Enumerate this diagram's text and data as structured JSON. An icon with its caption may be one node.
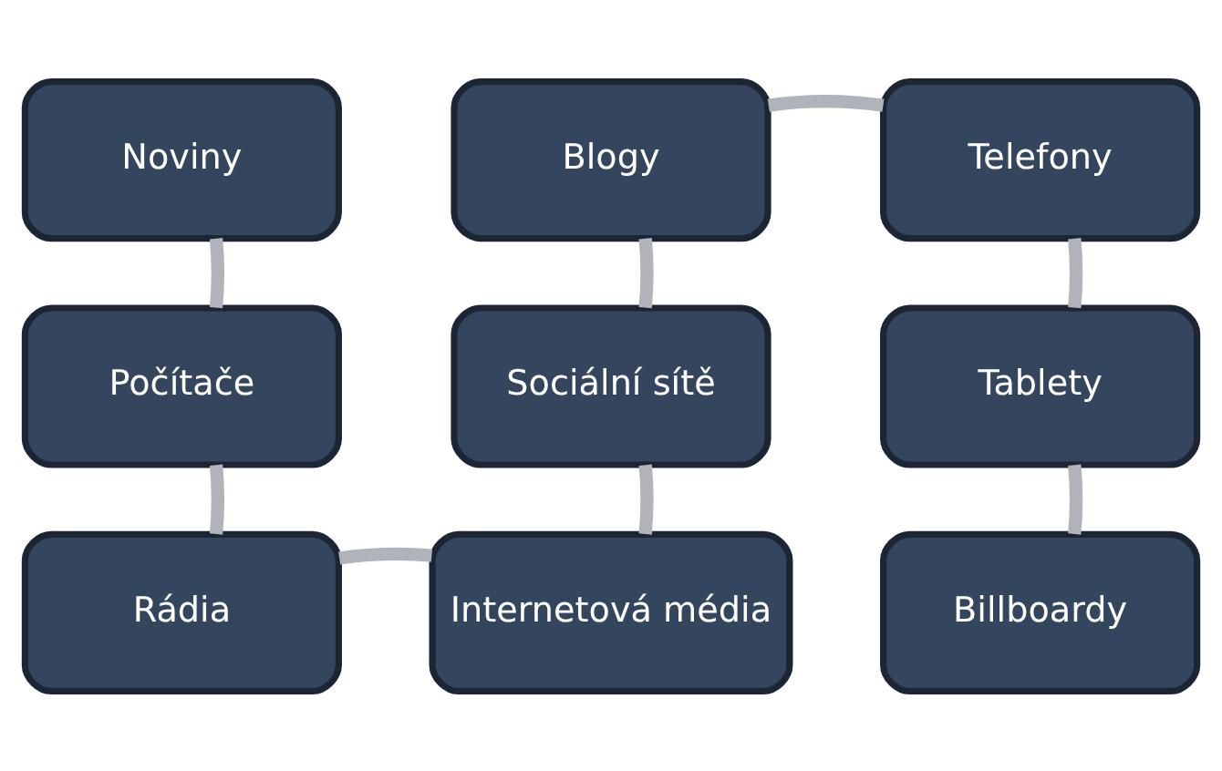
{
  "diagram": {
    "nodes": [
      {
        "text": [
          "Noviny"
        ]
      },
      {
        "text": [
          "Blogy"
        ]
      },
      {
        "text": [
          "Telefony"
        ]
      },
      {
        "text": [
          "Počítače"
        ]
      },
      {
        "text": [
          "Sociální sítě"
        ]
      },
      {
        "text": [
          "Tablety"
        ]
      },
      {
        "text": [
          "Rádia"
        ]
      },
      {
        "text": [
          "Internetová média"
        ]
      },
      {
        "text": [
          "Billboardy"
        ]
      }
    ],
    "edges": [
      {
        "from": 0,
        "to": 3,
        "arrow": "none"
      },
      {
        "from": 3,
        "to": 6,
        "arrow": "none"
      },
      {
        "from": 6,
        "to": 7,
        "arrow": "none"
      },
      {
        "from": 7,
        "to": 4,
        "arrow": "none"
      },
      {
        "from": 4,
        "to": 1,
        "arrow": "none"
      },
      {
        "from": 1,
        "to": 2,
        "arrow": "none"
      },
      {
        "from": 2,
        "to": 5,
        "arrow": "none"
      },
      {
        "from": 5,
        "to": 8,
        "arrow": "none"
      }
    ]
  }
}
